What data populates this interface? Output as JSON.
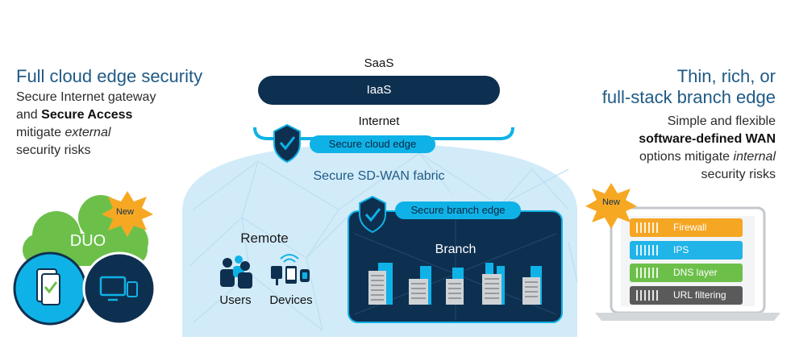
{
  "left": {
    "title": "Full cloud edge security",
    "l1": "Secure Internet gateway",
    "l2_pre": "and ",
    "l2_bold": "Secure Access",
    "l3": "mitigate ",
    "l3_italic": "external",
    "l4": "security risks",
    "duo_label": "DUO",
    "new_badge": "New"
  },
  "right": {
    "title_l1": "Thin, rich, or",
    "title_l2": "full-stack branch edge",
    "l1": "Simple and flexible",
    "l2_bold": "software-defined WAN",
    "l3_pre": "options mitigate ",
    "l3_italic": "internal",
    "l4": "security risks",
    "new_badge": "New",
    "apps": [
      {
        "label": "Firewall",
        "color": "#f5a623"
      },
      {
        "label": "IPS",
        "color": "#20b4e8"
      },
      {
        "label": "DNS layer",
        "color": "#6cc04a"
      },
      {
        "label": "URL filtering",
        "color": "#5a5a5a"
      }
    ]
  },
  "center": {
    "saas": "SaaS",
    "iaas": "IaaS",
    "internet": "Internet",
    "cloud_edge": "Secure cloud edge",
    "fabric": "Secure SD-WAN fabric",
    "branch_edge": "Secure branch edge",
    "branch": "Branch",
    "remote": "Remote",
    "users": "Users",
    "devices": "Devices"
  },
  "colors": {
    "dark_navy": "#0e3050",
    "cyan": "#0fb2e6",
    "light_blue": "#d2ebf8",
    "green_cloud": "#6cc04a",
    "heading_blue": "#1f5a85",
    "burst_orange": "#f7a823"
  }
}
